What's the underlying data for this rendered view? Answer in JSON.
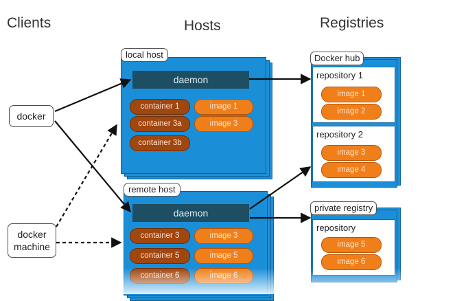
{
  "columns": {
    "clients": "Clients",
    "hosts": "Hosts",
    "registries": "Registries"
  },
  "clients": {
    "docker": "docker",
    "docker_machine": "docker machine"
  },
  "local_host": {
    "label": "local host",
    "daemon": "daemon",
    "containers": [
      "container 1",
      "container 3a",
      "container 3b"
    ],
    "images": [
      "image 1",
      "image 3"
    ]
  },
  "remote_host": {
    "label": "remote host",
    "daemon": "daemon",
    "containers": [
      "container 3",
      "container 5",
      "container 6"
    ],
    "images": [
      "image 3",
      "image 5",
      "image 6"
    ]
  },
  "docker_hub": {
    "label": "Docker hub",
    "repositories": [
      {
        "name": "repository 1",
        "images": [
          "image 1",
          "image 2"
        ]
      },
      {
        "name": "repository 2",
        "images": [
          "image 3",
          "image 4"
        ]
      }
    ]
  },
  "private_registry": {
    "label": "private registry",
    "repository": {
      "name": "repository",
      "images": [
        "image 5",
        "image 6"
      ]
    }
  },
  "colors": {
    "host_blue": "#1a8fd8",
    "daemon": "#1d4e63",
    "container": "#a0460f",
    "image": "#f07f1a"
  }
}
